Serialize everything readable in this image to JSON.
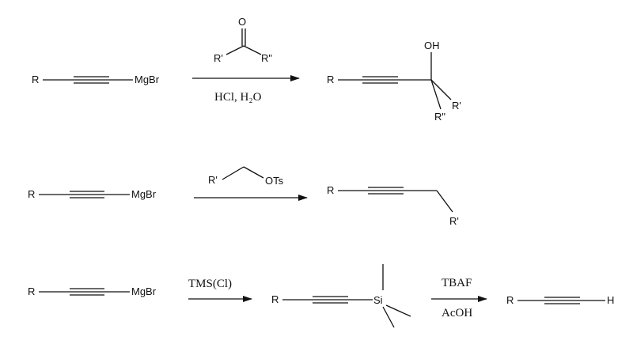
{
  "reaction1": {
    "reactant": {
      "r": "R",
      "mgbr": "MgBr"
    },
    "reagent": {
      "o": "O",
      "r1": "R'",
      "r2": "R\""
    },
    "conditions": "HCl, H₂O",
    "product": {
      "r": "R",
      "oh": "OH",
      "r1": "R'",
      "r2": "R\""
    }
  },
  "reaction2": {
    "reactant": {
      "r": "R",
      "mgbr": "MgBr"
    },
    "reagent": {
      "r1": "R'",
      "ots": "OTs"
    },
    "product": {
      "r": "R",
      "r1": "R'"
    }
  },
  "reaction3": {
    "reactant": {
      "r": "R",
      "mgbr": "MgBr"
    },
    "reagent1": "TMS(Cl)",
    "intermediate": {
      "r": "R",
      "si": "Si"
    },
    "reagent2_top": "TBAF",
    "reagent2_bottom": "AcOH",
    "product": {
      "r": "R",
      "h": "H"
    }
  }
}
